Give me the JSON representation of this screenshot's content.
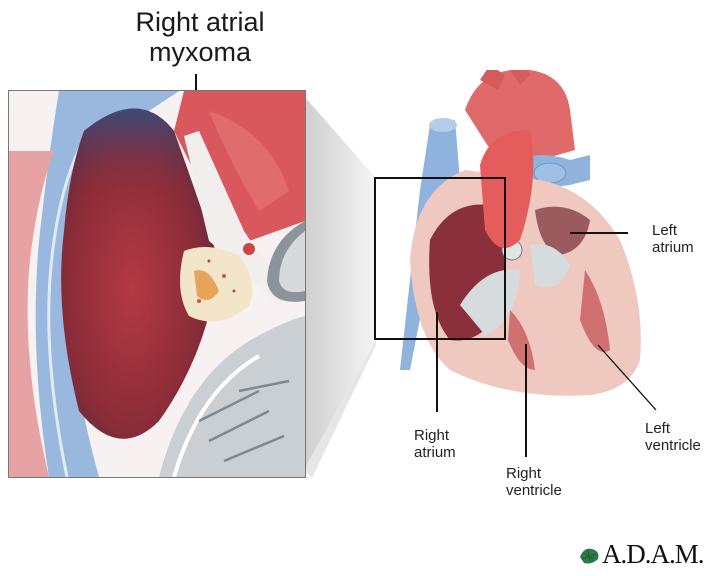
{
  "title": {
    "line1": "Right atrial",
    "line2": "myxoma"
  },
  "labels": {
    "left_atrium": {
      "line1": "Left",
      "line2": "atrium"
    },
    "left_ventricle": {
      "line1": "Left",
      "line2": "ventricle"
    },
    "right_atrium": {
      "line1": "Right",
      "line2": "atrium"
    },
    "right_ventricle": {
      "line1": "Right",
      "line2": "ventricle"
    }
  },
  "logo": {
    "text": "A.D.A.M.",
    "icon": "leaf-icon"
  },
  "colors": {
    "muscle_red": "#d8545a",
    "dark_chamber": "#7a2a35",
    "vessel_blue": "#8fb3dc",
    "valve_gray": "#c9cfd3",
    "tumor_yellow": "#f0d9a0",
    "logo_green": "#2f7a4a"
  }
}
